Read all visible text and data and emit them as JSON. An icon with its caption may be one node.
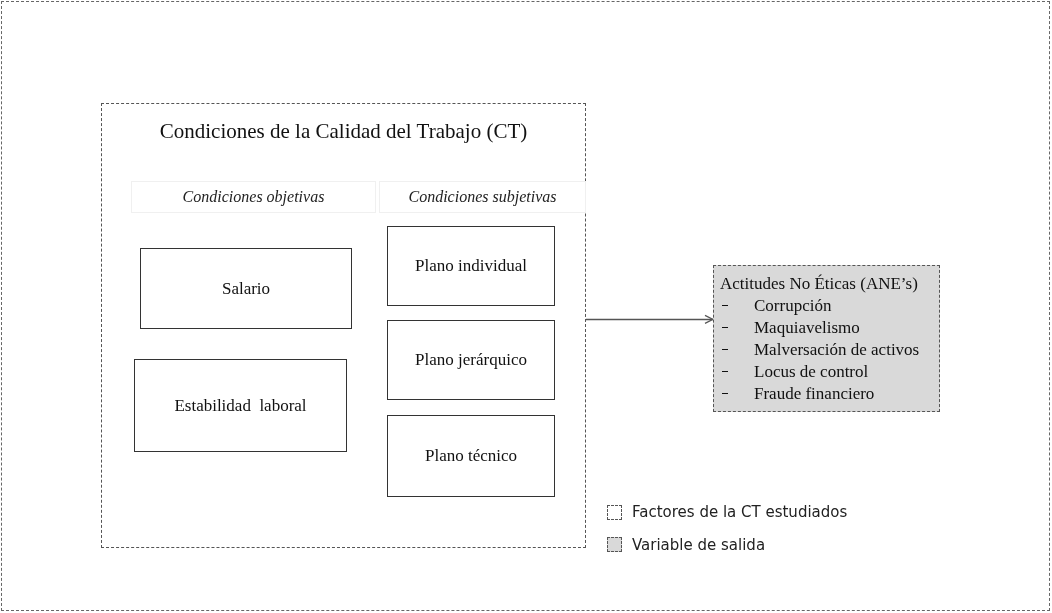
{
  "diagram": {
    "nodes": [
      {
        "text": [
          "Condiciones de la Calidad del Trabajo (CT)"
        ]
      },
      {
        "text": [
          "Condiciones objetivas"
        ],
        "in": 0
      },
      {
        "text": [
          "Condiciones subjetivas"
        ],
        "in": 0
      },
      {
        "text": [
          "Salario"
        ],
        "in": 0
      },
      {
        "text": [
          "Estabilidad  laboral"
        ],
        "in": 0
      },
      {
        "text": [
          "Plano individual"
        ],
        "in": 0
      },
      {
        "text": [
          "Plano jerárquico"
        ],
        "in": 0
      },
      {
        "text": [
          "Plano técnico"
        ],
        "in": 0
      },
      {
        "text": [
          "Actitudes No Éticas (ANE’s)",
          "Corrupción",
          "Maquiavelismo",
          "Malversación de activos",
          "Locus de control",
          "Fraude financiero"
        ]
      }
    ],
    "edges": [
      {
        "from": 0,
        "to": 8,
        "arrow": "to"
      }
    ],
    "legend": [
      {
        "text": "Factores de la CT estudiados",
        "color": "#ffffff"
      },
      {
        "text": "Variable de salida",
        "color": "#d9d9d9"
      }
    ]
  }
}
